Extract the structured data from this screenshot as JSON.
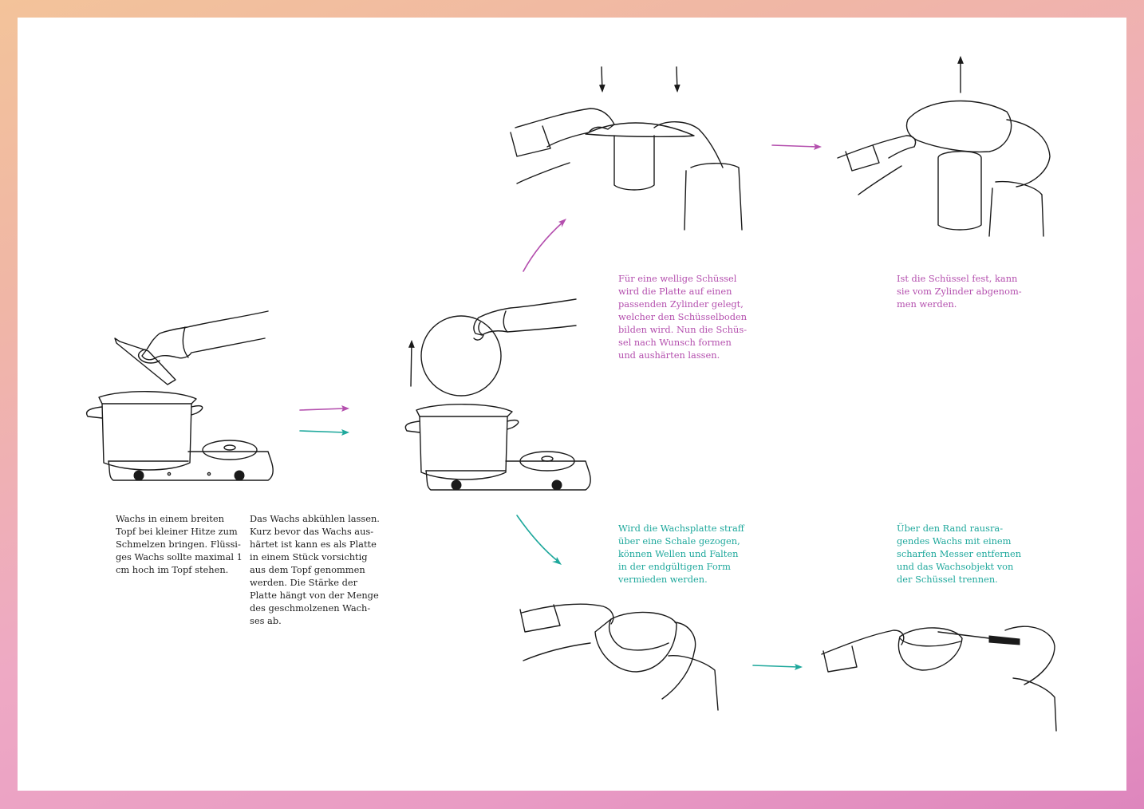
{
  "colors": {
    "frame_top": "#f3c39a",
    "frame_bottom": "#de86bd",
    "paper": "#ffffff",
    "ink": "#1a1a1a",
    "pink": "#b44fae",
    "teal": "#1ea89c"
  },
  "steps": {
    "melt": "Wachs in einem breiten\nTopf  bei kleiner Hitze zum\nSchmelzen bringen. Flüssi-\nges Wachs sollte maximal 1\ncm hoch im Topf  stehen.",
    "cool": "Das Wachs abkühlen lassen.\nKurz bevor das Wachs aus-\nhärtet ist kann es als Platte\nin einem Stück vorsichtig\naus dem Topf  genommen\nwerden. Die Stärke der\nPlatte hängt von der Menge\ndes geschmolzenen Wach-\nses ab.",
    "wavy": "Für eine wellige Schüssel\nwird die Platte auf  einen\npassenden Zylinder gelegt,\nwelcher den Schüsselboden\nbilden wird. Nun die Schüs-\nsel nach Wunsch formen\nund aushärten lassen.",
    "remove": "Ist die Schüssel fest, kann\nsie vom Zylinder abgenom-\nmen werden.",
    "straff": "Wird die Wachsplatte straff\nüber eine Schale gezogen,\nkönnen Wellen und Falten\nin der endgültigen Form\nvermieden werden.",
    "trim": "Über den Rand rausra-\ngendes Wachs mit einem\nscharfen Messer entfernen\nund das Wachsobjekt von\nder Schüssel trennen."
  }
}
